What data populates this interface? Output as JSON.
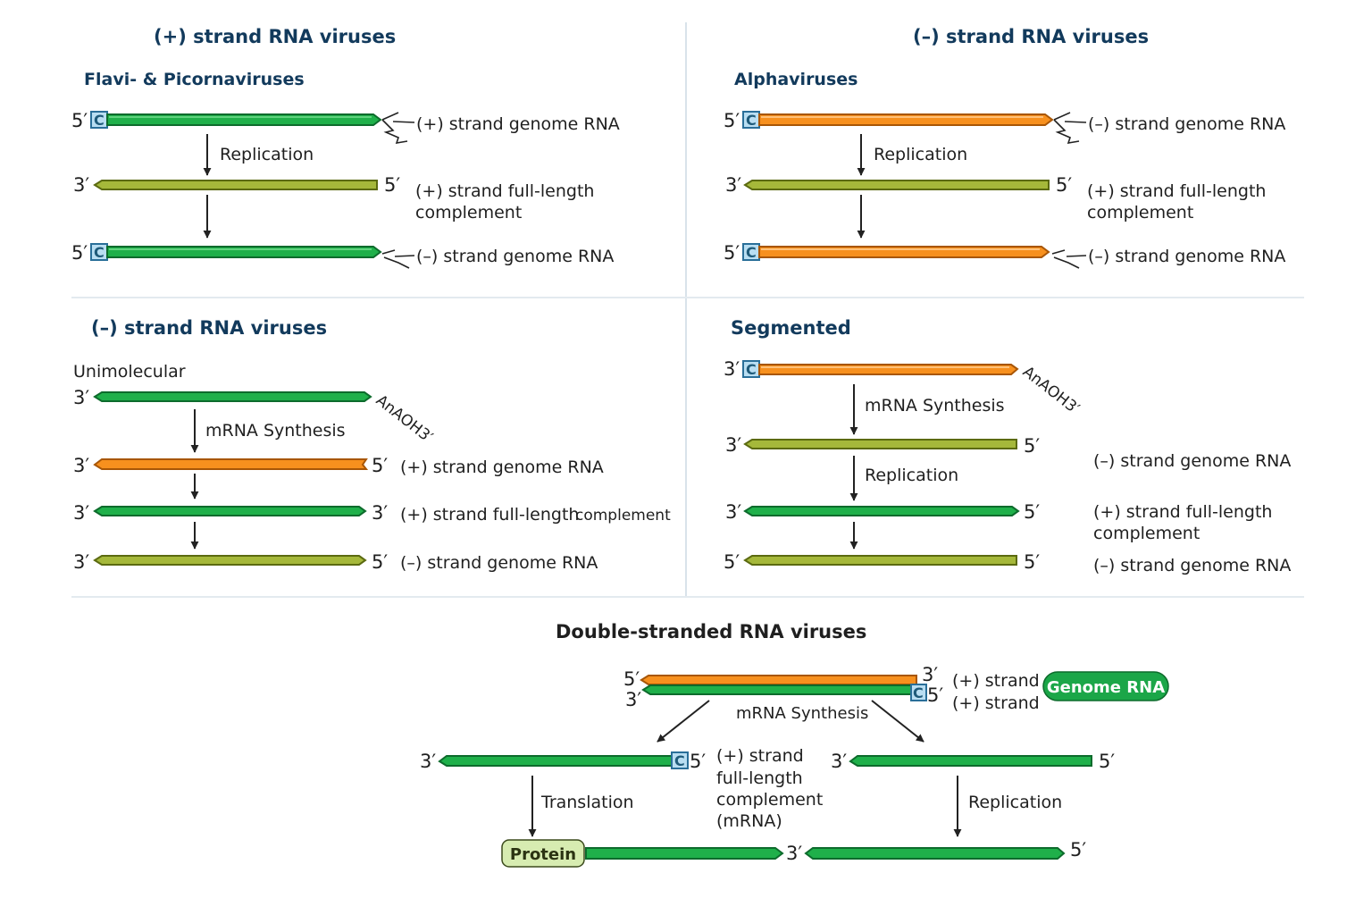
{
  "colors": {
    "green_fill": "#1fb04a",
    "green_stroke": "#0d6b2c",
    "green_light": "#5fd27d",
    "orange_fill": "#f7901e",
    "orange_stroke": "#a85606",
    "orange_light": "#ffc078",
    "olive_fill": "#a5b83a",
    "olive_stroke": "#5b6a10",
    "olive_light": "#d3df7c",
    "cap_fill": "#b9def2",
    "cap_stroke": "#2a6f99",
    "heading": "#123a5c",
    "divider": "#d9e3ea",
    "genome_pill": "#1ba648",
    "protein_pill": "#d7ecb1"
  },
  "panel_tl": {
    "heading": "(+) strand RNA viruses",
    "subheading": "Flavi- & Picornaviruses",
    "strand1": {
      "left_end": "5′",
      "cap": "C",
      "label": "(+) strand genome RNA"
    },
    "step1": "Replication",
    "strand2": {
      "left_end": "3′",
      "right_end": "5′",
      "label_line1": "(+) strand full-length",
      "label_line2": "complement"
    },
    "strand3": {
      "left_end": "5′",
      "cap": "C",
      "label": "(–) strand genome RNA"
    }
  },
  "panel_tr": {
    "heading": "(–) strand RNA viruses",
    "subheading": "Alphaviruses",
    "strand1": {
      "left_end": "5′",
      "cap": "C",
      "label": "(–) strand genome RNA"
    },
    "step1": "Replication",
    "strand2": {
      "left_end": "3′",
      "right_end": "5′",
      "label_line1": "(+) strand full-length",
      "label_line2": "complement"
    },
    "strand3": {
      "left_end": "5′",
      "cap": "C",
      "label": "(–) strand genome RNA"
    }
  },
  "panel_ml": {
    "heading": "(–) strand RNA viruses",
    "subheading": "Unimolecular",
    "strand1": {
      "left_end": "3′",
      "tail": "AnAOH3′"
    },
    "step1": "mRNA Synthesis",
    "strand2": {
      "left_end": "3′",
      "right_end": "5′",
      "label": "(+) strand genome RNA"
    },
    "strand3": {
      "left_end": "3′",
      "right_end": "3′",
      "label_main": "(+) strand full-length",
      "label_small": "complement"
    },
    "strand4": {
      "left_end": "3′",
      "right_end": "5′",
      "label": "(–) strand genome RNA"
    }
  },
  "panel_mr": {
    "heading": "Segmented",
    "strand1": {
      "left_end": "3′",
      "cap": "C",
      "tail": "AnAOH3′"
    },
    "step1": "mRNA Synthesis",
    "strand2": {
      "left_end": "3′",
      "right_end": "5′",
      "label": "(–) strand genome RNA"
    },
    "step2": "Replication",
    "strand3": {
      "left_end": "3′",
      "right_end": "5′",
      "label_line1": "(+) strand full-length",
      "label_line2": "complement"
    },
    "strand4": {
      "left_end": "5′",
      "right_end": "5′",
      "label": "(–) strand genome RNA"
    }
  },
  "panel_bottom": {
    "heading": "Double-stranded RNA viruses",
    "ds_top": {
      "left_end": "5′",
      "right_end": "3′",
      "label": "(+) strand"
    },
    "ds_bottom": {
      "left_end": "3′",
      "right_end": "5′",
      "cap": "C",
      "label": "(+) strand"
    },
    "genome_pill": "Genome RNA",
    "step_synthesis": "mRNA Synthesis",
    "left_strand": {
      "left_end": "3′",
      "right_end": "5′",
      "cap": "C",
      "label_lines": [
        "(+) strand",
        "full-length",
        "complement",
        "(mRNA)"
      ]
    },
    "right_strand": {
      "left_end": "3′",
      "right_end": "5′"
    },
    "step_translation": "Translation",
    "step_replication": "Replication",
    "protein_pill": "Protein",
    "product_strand": {
      "right_end": "3′"
    },
    "final_strand": {
      "right_end": "5′"
    }
  }
}
